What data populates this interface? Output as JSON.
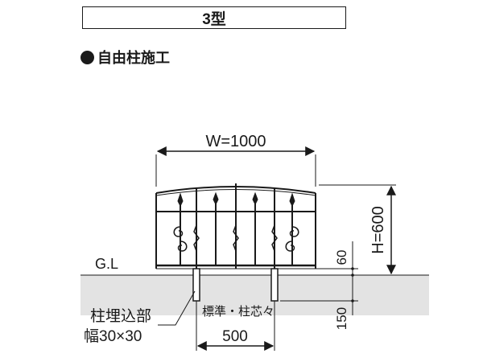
{
  "header": {
    "type_label": "3型"
  },
  "method": {
    "label": "自由柱施工",
    "bullet_icon": "filled-circle"
  },
  "dimensions": {
    "width_label": "W=1000",
    "height_label": "H=600",
    "post_pitch_caption": "標準・柱芯々",
    "post_pitch_value": "500",
    "above_ground_value": "60",
    "embed_depth_value": "150"
  },
  "ground": {
    "label": "G.L"
  },
  "post_note": {
    "line1": "柱埋込部",
    "line2": "幅30×30"
  },
  "colors": {
    "ink": "#1a1a1a",
    "ground_fill": "#e3e3e3",
    "fence": "#1a1a1a"
  }
}
